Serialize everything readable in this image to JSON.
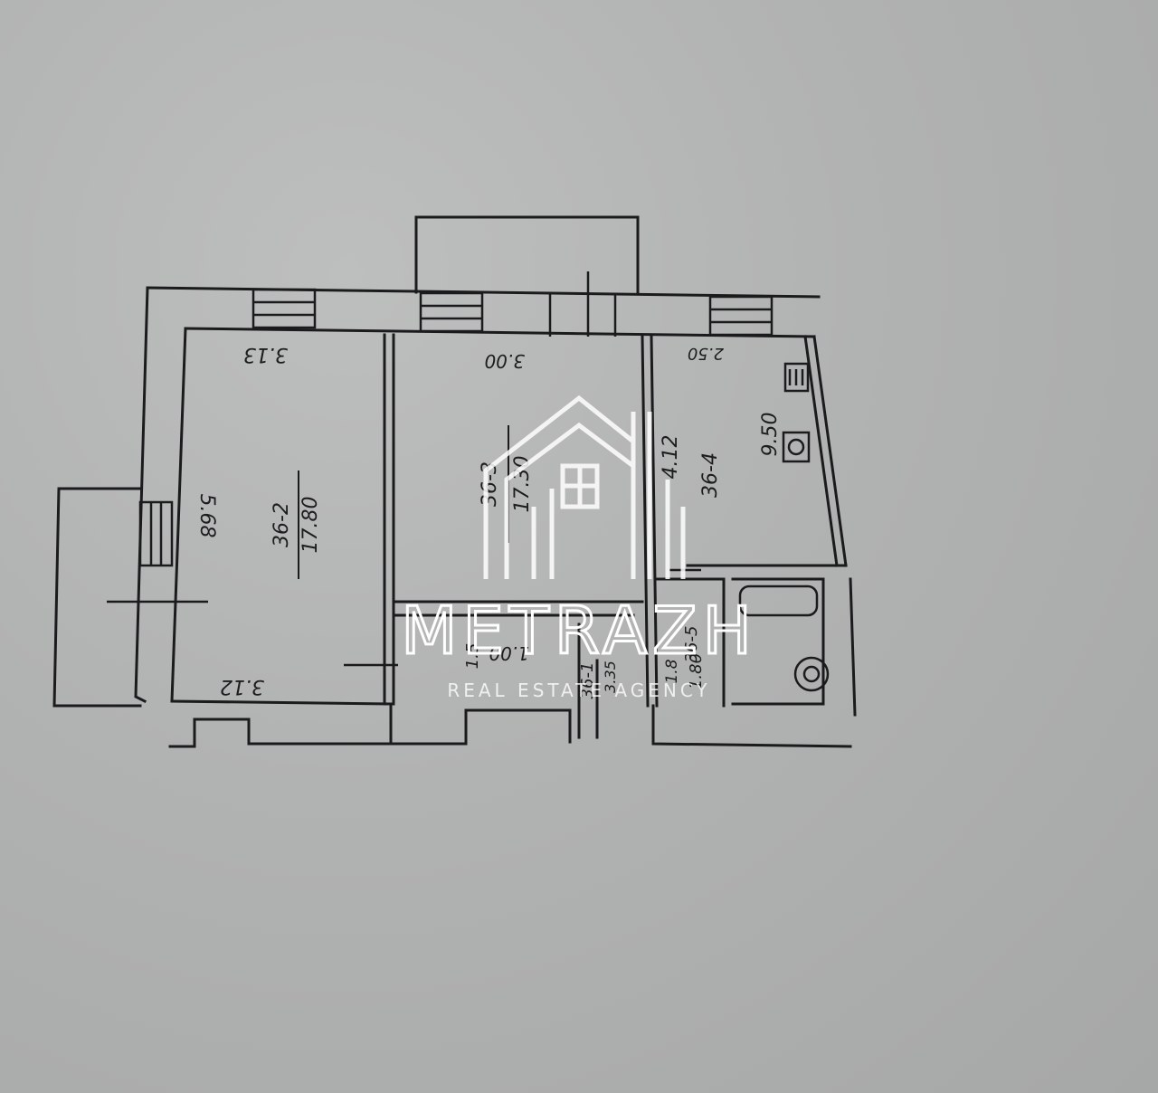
{
  "plan": {
    "rooms": [
      {
        "number": "36-2",
        "area": "17.80",
        "width_top": "3.13",
        "width_bottom": "3.12",
        "length": "5.68"
      },
      {
        "number": "36-3",
        "area": "17.30",
        "width_top": "3.00"
      },
      {
        "number": "36-4",
        "area": "9.50",
        "width_top": "2.50",
        "length": "4.12"
      },
      {
        "number": "36-1",
        "length": "3.35",
        "width": "1.5"
      },
      {
        "number": "36-5",
        "length": "1.80",
        "width": "1.8"
      }
    ],
    "corridor_width": "1.00"
  },
  "watermark": {
    "brand": "METRAZH",
    "tagline": "REAL ESTATE AGENCY",
    "color": "#ffffff"
  }
}
